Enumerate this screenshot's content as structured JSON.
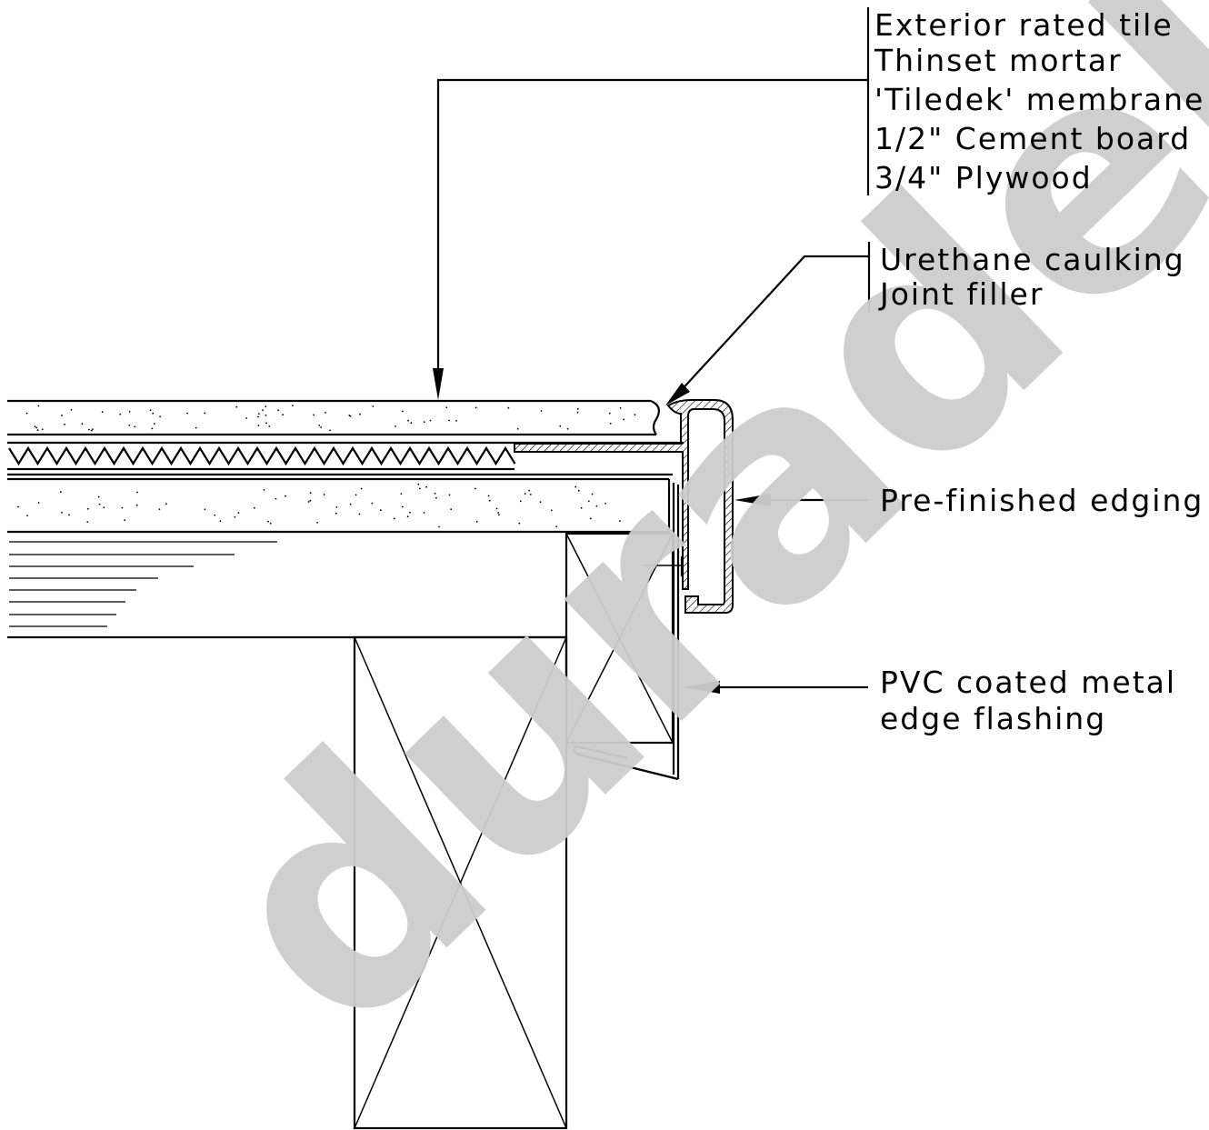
{
  "drawing": {
    "watermark": "duradek",
    "colors": {
      "ink": "#000000",
      "watermark": "#cccccc",
      "background": "#ffffff"
    }
  },
  "callouts": {
    "layers": {
      "lines": [
        "Exterior rated tile",
        "Thinset mortar",
        "'Tiledek' membrane",
        "1/2\" Cement board",
        "3/4\" Plywood"
      ]
    },
    "joint": {
      "lines": [
        "Urethane caulking",
        "Joint filler"
      ]
    },
    "edging": {
      "lines": [
        "Pre-finished edging"
      ]
    },
    "flashing": {
      "lines": [
        "PVC coated metal",
        "edge flashing"
      ]
    }
  }
}
